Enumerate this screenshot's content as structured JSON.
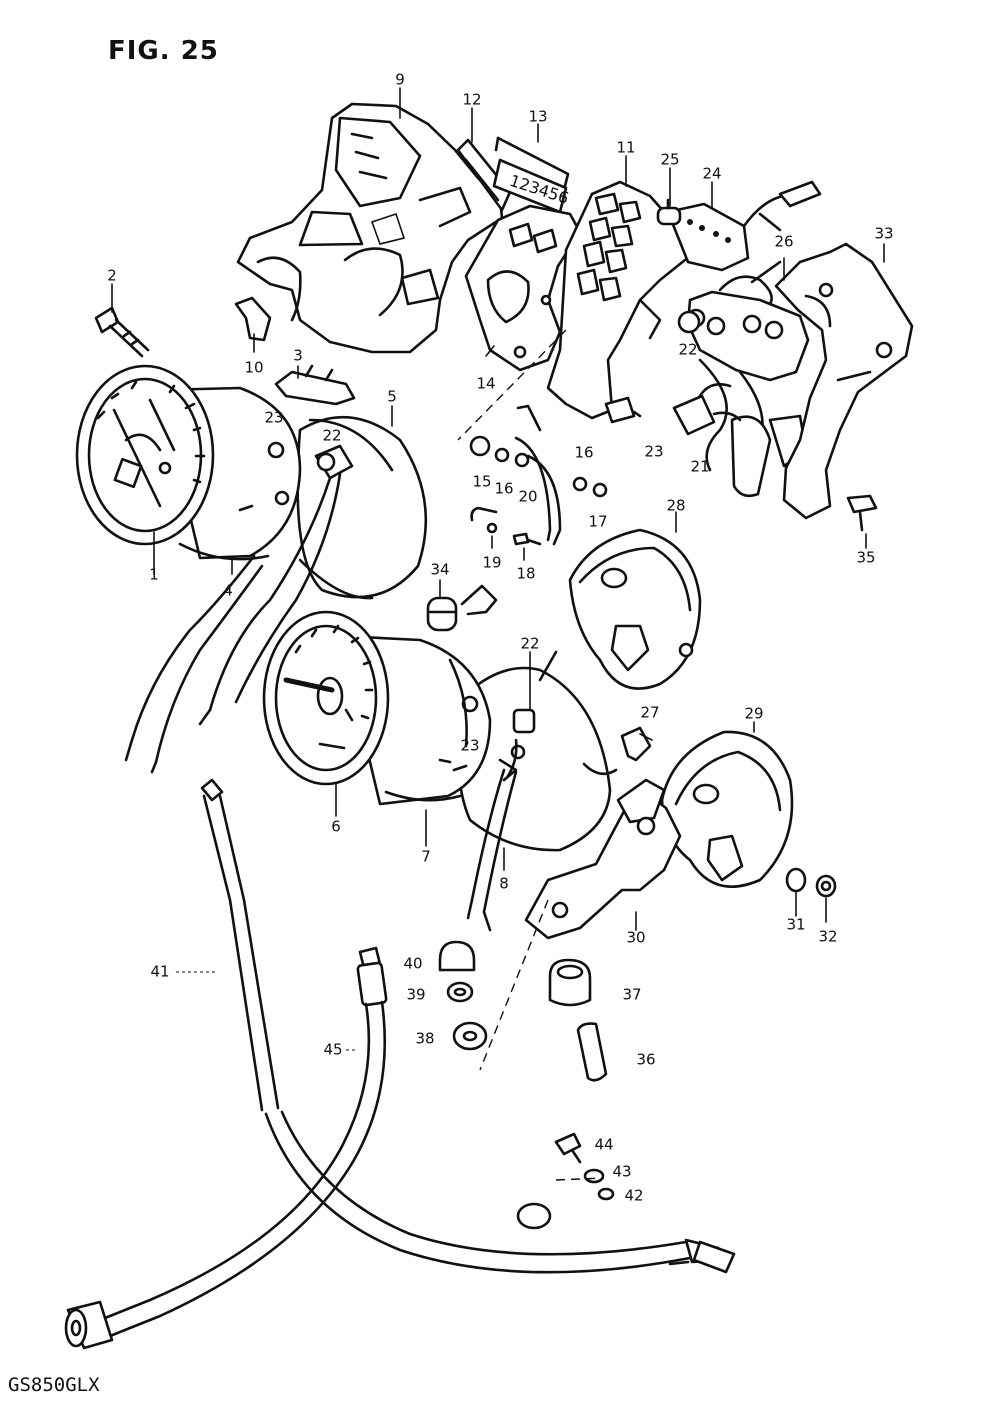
{
  "figure": {
    "title": "FIG. 25",
    "model": "GS850GLX"
  },
  "callouts": [
    {
      "id": "c9",
      "label": "9"
    },
    {
      "id": "c12",
      "label": "12"
    },
    {
      "id": "c13",
      "label": "13"
    },
    {
      "id": "c11",
      "label": "11"
    },
    {
      "id": "c25",
      "label": "25"
    },
    {
      "id": "c24",
      "label": "24"
    },
    {
      "id": "c33",
      "label": "33"
    },
    {
      "id": "c2",
      "label": "2"
    },
    {
      "id": "c10",
      "label": "10"
    },
    {
      "id": "c3",
      "label": "3"
    },
    {
      "id": "c5",
      "label": "5"
    },
    {
      "id": "c14",
      "label": "14"
    },
    {
      "id": "c26",
      "label": "26"
    },
    {
      "id": "c22a",
      "label": "22"
    },
    {
      "id": "c23a",
      "label": "23"
    },
    {
      "id": "c22b",
      "label": "22"
    },
    {
      "id": "c15",
      "label": "15"
    },
    {
      "id": "c16a",
      "label": "16"
    },
    {
      "id": "c20",
      "label": "20"
    },
    {
      "id": "c16b",
      "label": "16"
    },
    {
      "id": "c17",
      "label": "17"
    },
    {
      "id": "c23b",
      "label": "23"
    },
    {
      "id": "c21",
      "label": "21"
    },
    {
      "id": "c1",
      "label": "1"
    },
    {
      "id": "c4",
      "label": "4"
    },
    {
      "id": "c19",
      "label": "19"
    },
    {
      "id": "c18",
      "label": "18"
    },
    {
      "id": "c35",
      "label": "35"
    },
    {
      "id": "c28",
      "label": "28"
    },
    {
      "id": "c34",
      "label": "34"
    },
    {
      "id": "c22c",
      "label": "22"
    },
    {
      "id": "c23c",
      "label": "23"
    },
    {
      "id": "c27",
      "label": "27"
    },
    {
      "id": "c29",
      "label": "29"
    },
    {
      "id": "c6",
      "label": "6"
    },
    {
      "id": "c7",
      "label": "7"
    },
    {
      "id": "c8",
      "label": "8"
    },
    {
      "id": "c30",
      "label": "30"
    },
    {
      "id": "c31",
      "label": "31"
    },
    {
      "id": "c32",
      "label": "32"
    },
    {
      "id": "c40",
      "label": "40"
    },
    {
      "id": "c39",
      "label": "39"
    },
    {
      "id": "c37",
      "label": "37"
    },
    {
      "id": "c38",
      "label": "38"
    },
    {
      "id": "c36",
      "label": "36"
    },
    {
      "id": "c41",
      "label": "41"
    },
    {
      "id": "c45",
      "label": "45"
    },
    {
      "id": "c44",
      "label": "44"
    },
    {
      "id": "c43",
      "label": "43"
    },
    {
      "id": "c42",
      "label": "42"
    }
  ],
  "indicator_digits": "123456"
}
